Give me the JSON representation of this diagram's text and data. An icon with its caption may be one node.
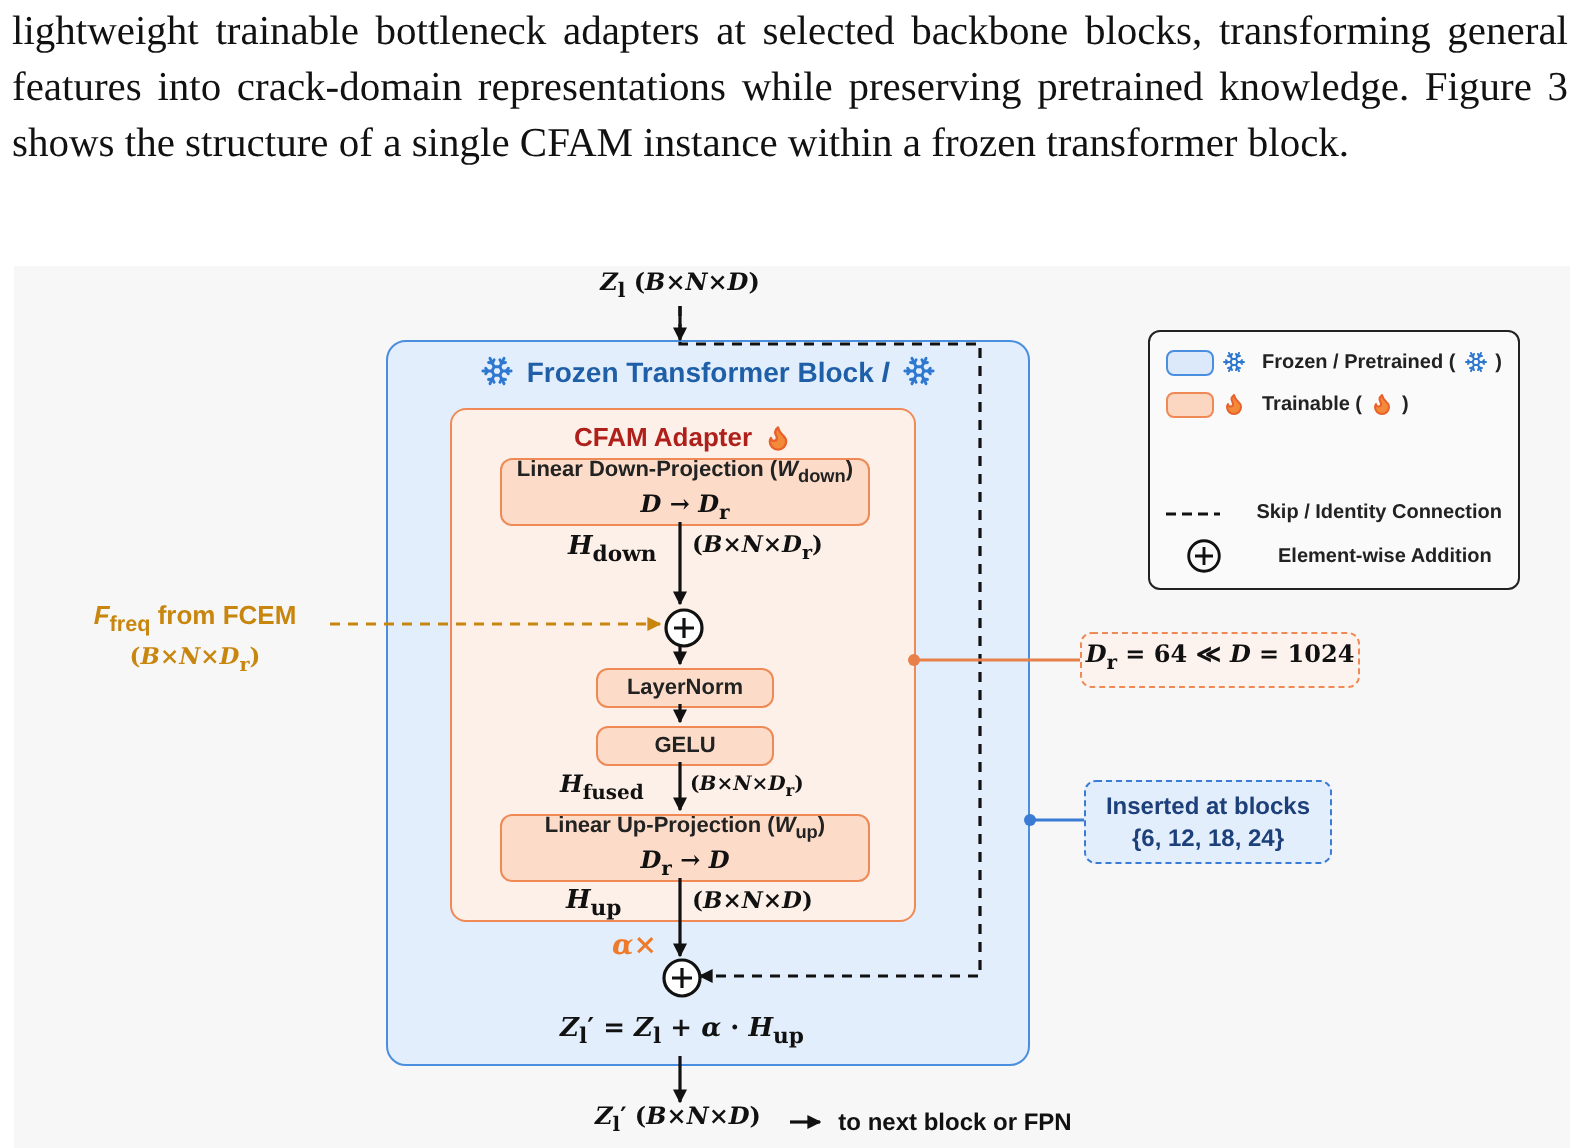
{
  "diagram": {
    "nodes": [
      {
        "text": [
          "*Z*$_{l}$ (*B*×*N*×*D*)"
        ]
      },
      {
        "text": [
          "Frozen Transformer Block *l*"
        ]
      },
      {
        "text": [
          "CFAM Adapter"
        ],
        "in": 1
      },
      {
        "text": [
          "Linear Down-Projection (*W*$_{down}$)",
          "*D* → *D*$_{r}$"
        ],
        "in": 2
      },
      {
        "text": [],
        "shape": "circle",
        "in": 2
      },
      {
        "text": [
          "LayerNorm"
        ],
        "in": 2
      },
      {
        "text": [
          "GELU"
        ],
        "in": 2
      },
      {
        "text": [
          "Linear Up-Projection (*W*$_{up}$)",
          "*D*$_{r}$ → *D*"
        ],
        "in": 2
      },
      {
        "text": [],
        "shape": "circle",
        "in": 1
      },
      {
        "text": [
          "*Z*$_{l}$′ = *Z*$_{l}$ + *α* · *H*$_{up}$"
        ],
        "in": 1
      },
      {
        "text": [
          "*F*$_{freq}$ from FCEM",
          "(*B*×*N*×*D*$_{r}$)"
        ]
      },
      {
        "text": [
          "*D*$_{r}$ = 64 ≪ *D* = 1024"
        ]
      },
      {
        "text": [
          "Inserted at blocks",
          "{6, 12, 18, 24}"
        ]
      },
      {
        "text": [
          "*Z*$_{l}$′ (*B*×*N*×*D*)"
        ]
      },
      {
        "text": [
          "to next block or FPN"
        ]
      }
    ],
    "edges": [
      {
        "from": 0,
        "to": 1,
        "arrow": "to"
      },
      {
        "from": 0,
        "to": 8,
        "arrow": "to",
        "style": "dashed"
      },
      {
        "from": 3,
        "to": 4,
        "arrow": "to",
        "label": "*H*$_{down}$"
      },
      {
        "from": 10,
        "to": 4,
        "arrow": "to",
        "style": "dashed",
        "color": "#c8860f"
      },
      {
        "from": 4,
        "to": 5,
        "arrow": "to"
      },
      {
        "from": 5,
        "to": 6,
        "arrow": "to"
      },
      {
        "from": 6,
        "to": 7,
        "arrow": "to",
        "label": "*H*$_{fused}$"
      },
      {
        "from": 7,
        "to": 8,
        "arrow": "to",
        "label": "*H*$_{up}$"
      },
      {
        "from": 9,
        "to": 13,
        "arrow": "to"
      },
      {
        "from": 13,
        "to": 14,
        "arrow": "to"
      },
      {
        "from": 11,
        "to": 2,
        "arrow": "other",
        "color": "#e8804a"
      },
      {
        "from": 12,
        "to": 1,
        "arrow": "other",
        "color": "#3a7bd5"
      }
    ],
    "labels": [
      "lightweight trainable bottleneck adapters at selected backbone blocks, transforming general features into crack-domain representations while preserving pretrained knowledge. Figure 3 shows the structure of a single CFAM instance within a frozen transformer block.",
      "(*B*×*N*×*D*$_{r}$)",
      "(*B*×*N*×*D*$_{r}$)",
      "(*B*×*N*×*D*)",
      "*α*×"
    ],
    "legend": [
      {
        "text": "Frozen / Pretrained ( )",
        "color": "#dbe9fb"
      },
      {
        "text": "Trainable ( )",
        "color": "#fbd6c0"
      },
      {
        "text": "Skip / Identity Connection"
      },
      {
        "text": "Element-wise Addition"
      }
    ]
  }
}
